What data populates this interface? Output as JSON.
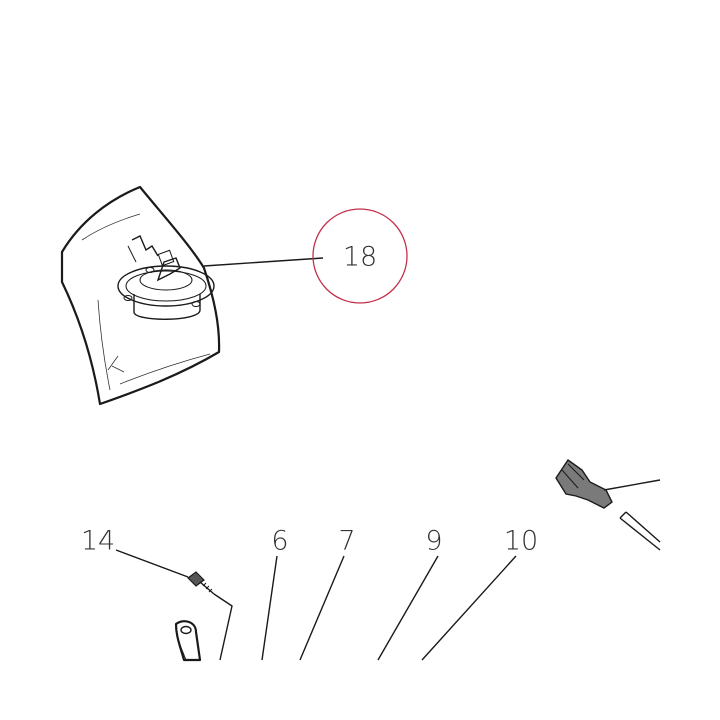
{
  "diagram": {
    "callouts": [
      {
        "id": "18",
        "label": "18",
        "highlighted": true
      },
      {
        "id": "14",
        "label": "14"
      },
      {
        "id": "6",
        "label": "6"
      },
      {
        "id": "7",
        "label": "7"
      },
      {
        "id": "9",
        "label": "9"
      },
      {
        "id": "10",
        "label": "10"
      }
    ],
    "highlight_color": "#c4314b",
    "line_color": "#1a1a1a",
    "part_fill_color": "#7a7a7a"
  }
}
